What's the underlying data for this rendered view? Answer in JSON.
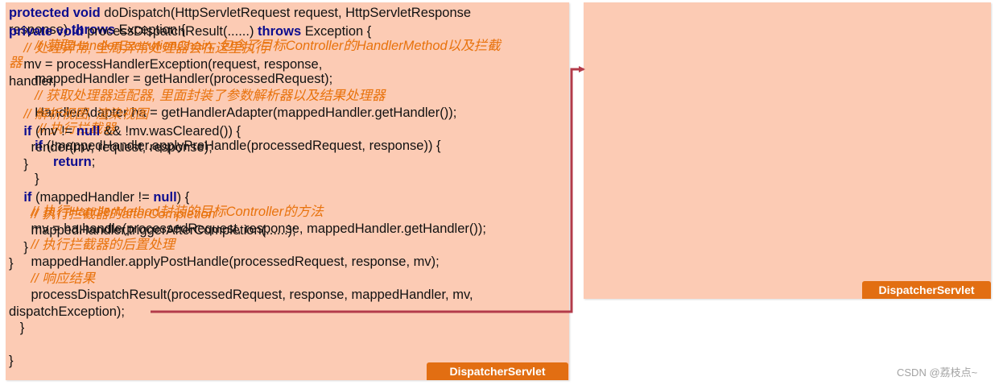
{
  "left_panel": {
    "label": "DispatcherServlet",
    "lines": [
      [
        {
          "t": "protected void",
          "k": "kw"
        },
        {
          "t": " doDispatch(HttpServletRequest request, HttpServletResponse"
        }
      ],
      [
        {
          "t": "response) "
        },
        {
          "t": "throws",
          "k": "kw"
        },
        {
          "t": " Exception {"
        }
      ],
      [
        {
          "t": "       // 获取HandlerExecutionChain, 包含了目标Controller的HandlerMethod以及拦截",
          "k": "cm"
        }
      ],
      [
        {
          "t": "器",
          "k": "cm"
        }
      ],
      [
        {
          "t": "       mappedHandler = getHandler(processedRequest);"
        }
      ],
      [
        {
          "t": "       // 获取处理器适配器, 里面封装了参数解析器以及结果处理器",
          "k": "cm"
        }
      ],
      [
        {
          "t": "       HandlerAdapter ha = getHandlerAdapter(mappedHandler.getHandler());"
        }
      ],
      [
        {
          "t": "        // 执行拦截器",
          "k": "cm"
        }
      ],
      [
        {
          "t": "       "
        },
        {
          "t": "if",
          "k": "kw"
        },
        {
          "t": " (!mappedHandler.applyPreHandle(processedRequest, response)) {"
        }
      ],
      [
        {
          "t": "            "
        },
        {
          "t": "return",
          "k": "kw"
        },
        {
          "t": ";"
        }
      ],
      [
        {
          "t": "       }"
        }
      ],
      [
        {
          "t": ""
        }
      ],
      [
        {
          "t": "      // 执行HandlerMethod封装的目标Controller的方法",
          "k": "cm"
        }
      ],
      [
        {
          "t": "      mv = ha.handle(processedRequest, response, mappedHandler.getHandler());"
        }
      ],
      [
        {
          "t": "      // 执行拦截器的后置处理",
          "k": "cm"
        }
      ],
      [
        {
          "t": "      mappedHandler.applyPostHandle(processedRequest, response, mv);"
        }
      ],
      [
        {
          "t": "      // 响应结果",
          "k": "cm"
        }
      ],
      [
        {
          "t": "      processDispatchResult(processedRequest, response, mappedHandler, mv,"
        }
      ],
      [
        {
          "t": "dispatchException);"
        }
      ],
      [
        {
          "t": "   }"
        }
      ],
      [
        {
          "t": ""
        }
      ],
      [
        {
          "t": "}"
        }
      ]
    ]
  },
  "right_panel": {
    "label": "DispatcherServlet",
    "lines": [
      [
        {
          "t": "private void",
          "k": "kw"
        },
        {
          "t": " processDispatchResult(......) "
        },
        {
          "t": "throws",
          "k": "kw"
        },
        {
          "t": " Exception {"
        }
      ],
      [
        {
          "t": "    // 处理异常, 全局异常处理器会在这里执行",
          "k": "cm"
        }
      ],
      [
        {
          "t": "    mv = processHandlerException(request, response,"
        }
      ],
      [
        {
          "t": "handler,"
        }
      ],
      [
        {
          "t": ""
        }
      ],
      [
        {
          "t": "    // 解析视图, 渲染视图",
          "k": "cm"
        }
      ],
      [
        {
          "t": "    "
        },
        {
          "t": "if",
          "k": "kw"
        },
        {
          "t": " (mv != "
        },
        {
          "t": "null",
          "k": "kw"
        },
        {
          "t": " && !mv.wasCleared()) {"
        }
      ],
      [
        {
          "t": "      render(mv, request, response);"
        }
      ],
      [
        {
          "t": "    }"
        }
      ],
      [
        {
          "t": ""
        }
      ],
      [
        {
          "t": "    "
        },
        {
          "t": "if",
          "k": "kw"
        },
        {
          "t": " (mappedHandler != "
        },
        {
          "t": "null",
          "k": "kw"
        },
        {
          "t": ") {"
        }
      ],
      [
        {
          "t": "      // 执行拦截器的afterCompletion",
          "k": "cm"
        }
      ],
      [
        {
          "t": "      mappedHandler.triggerAfterCompletion(......);"
        }
      ],
      [
        {
          "t": "    }"
        }
      ],
      [
        {
          "t": "}"
        }
      ]
    ]
  },
  "watermark": "CSDN @荔枝点~",
  "colors": {
    "panel_bg": "#fccbb4",
    "keyword": "#0c0d8f",
    "comment": "#e8720c",
    "label_bg": "#e26e12",
    "connector": "#b33b4a"
  }
}
